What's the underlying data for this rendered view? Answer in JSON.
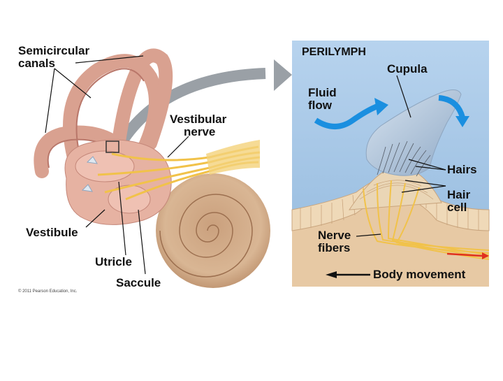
{
  "left_panel": {
    "labels": {
      "semicircular_canals_1": "Semicircular",
      "semicircular_canals_2": "canals",
      "vestibular_nerve_1": "Vestibular",
      "vestibular_nerve_2": "nerve",
      "vestibule": "Vestibule",
      "utricle": "Utricle",
      "saccule": "Saccule"
    },
    "credit": "© 2011 Pearson Education, Inc."
  },
  "right_panel": {
    "labels": {
      "perilymph": "PERILYMPH",
      "cupula": "Cupula",
      "fluid_flow_1": "Fluid",
      "fluid_flow_2": "flow",
      "hairs": "Hairs",
      "hair_cell_1": "Hair",
      "hair_cell_2": "cell",
      "nerve_fibers_1": "Nerve",
      "nerve_fibers_2": "fibers",
      "body_movement": "Body movement"
    }
  },
  "colors": {
    "background": "#ffffff",
    "perilymph_bg": "#a9c8e6",
    "canal": "#d9a190",
    "canal_shade": "#b9776a",
    "cochlea": "#d2ab8a",
    "nerve": "#f1c24a",
    "flow_arrow": "#1a8fe0",
    "cupula": "#b9cbe0",
    "tissue": "#e7c9a4",
    "big_arrow": "#9aa0a6",
    "red_arrow": "#e0301e"
  }
}
